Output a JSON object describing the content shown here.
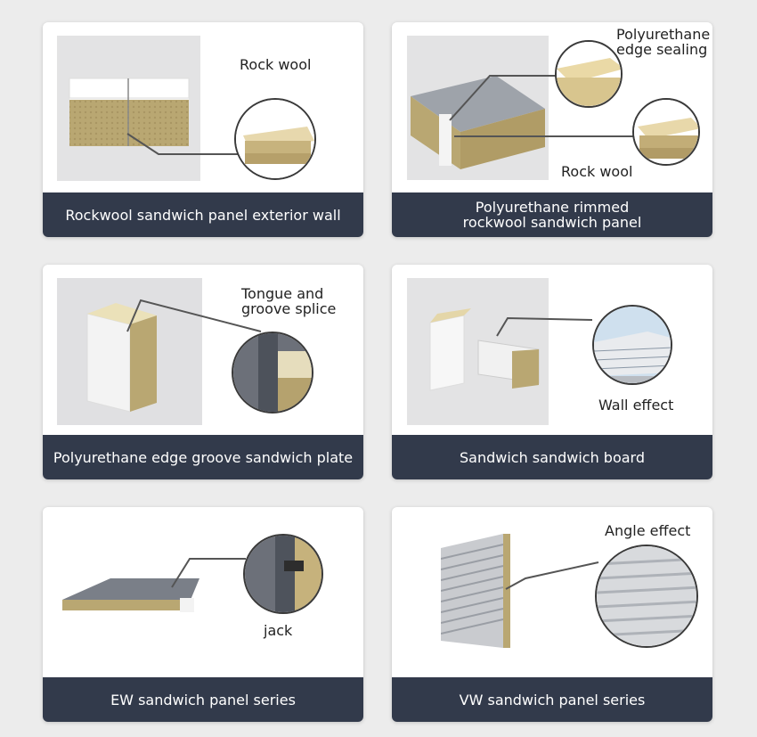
{
  "cards": [
    {
      "caption": "Rockwool sandwich panel exterior wall",
      "labels": [
        "Rock wool"
      ]
    },
    {
      "caption": "Polyurethane rimmed\nrockwool sandwich panel",
      "labels": [
        "Polyurethane\nedge sealing",
        "Rock wool"
      ]
    },
    {
      "caption": "Polyurethane edge groove sandwich plate",
      "labels": [
        "Tongue and\ngroove splice"
      ]
    },
    {
      "caption": "Sandwich sandwich board",
      "labels": [
        "Wall effect"
      ]
    },
    {
      "caption": "EW sandwich panel series",
      "labels": [
        "jack"
      ]
    },
    {
      "caption": "VW sandwich panel series",
      "labels": [
        "Angle effect"
      ]
    }
  ],
  "colors": {
    "caption_bg": "#323a4b",
    "rockwool": "#b9a772",
    "polyurethane": "#e8d9aa",
    "steel": "#6c7079"
  }
}
